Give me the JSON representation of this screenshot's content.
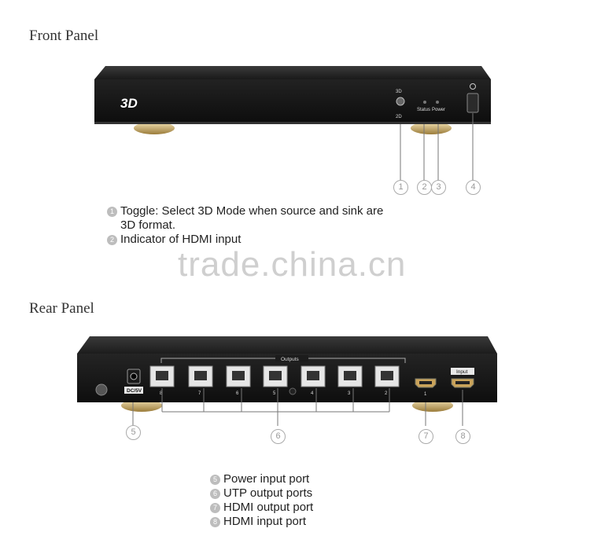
{
  "front": {
    "title": "Front Panel",
    "device_logo": "3D",
    "label_3d": "3D",
    "label_2d": "2D",
    "label_status": "Status",
    "label_power": "Power",
    "callouts": [
      "1",
      "2",
      "3",
      "4"
    ],
    "legend": [
      {
        "num": "1",
        "text": "Toggle: Select 3D Mode when source and sink are"
      },
      {
        "num": "",
        "text": "3D format."
      },
      {
        "num": "2",
        "text": "Indicator of HDMI input"
      }
    ]
  },
  "watermark": "trade.china.cn",
  "rear": {
    "title": "Rear Panel",
    "outputs_label": "Outputs",
    "input_label": "Input",
    "dc_label": "DC/5V",
    "port_numbers": [
      "8",
      "7",
      "6",
      "5",
      "4",
      "3",
      "2"
    ],
    "hdmi_out_number": "1",
    "callouts": [
      "5",
      "6",
      "7",
      "8"
    ],
    "legend": [
      {
        "num": "5",
        "text": "Power input port"
      },
      {
        "num": "6",
        "text": "UTP output ports"
      },
      {
        "num": "7",
        "text": "HDMI output port"
      },
      {
        "num": "8",
        "text": "HDMI input port"
      }
    ]
  }
}
